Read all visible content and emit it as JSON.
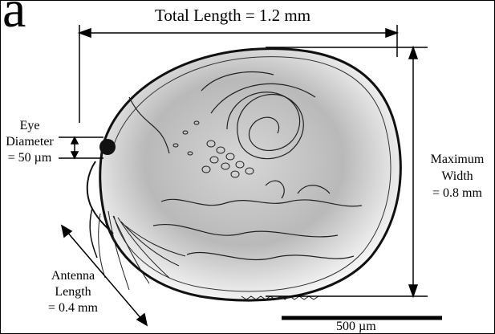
{
  "panel_label": "a",
  "measurements": {
    "total_length": "Total Length = 1.2 mm",
    "eye_diameter": [
      "Eye",
      "Diameter",
      "= 50 µm"
    ],
    "maximum_width": [
      "Maximum",
      "Width",
      "= 0.8 mm"
    ],
    "antenna_length": [
      "Antenna",
      "Length",
      "= 0.4 mm"
    ]
  },
  "scale_bar": "500 µm"
}
